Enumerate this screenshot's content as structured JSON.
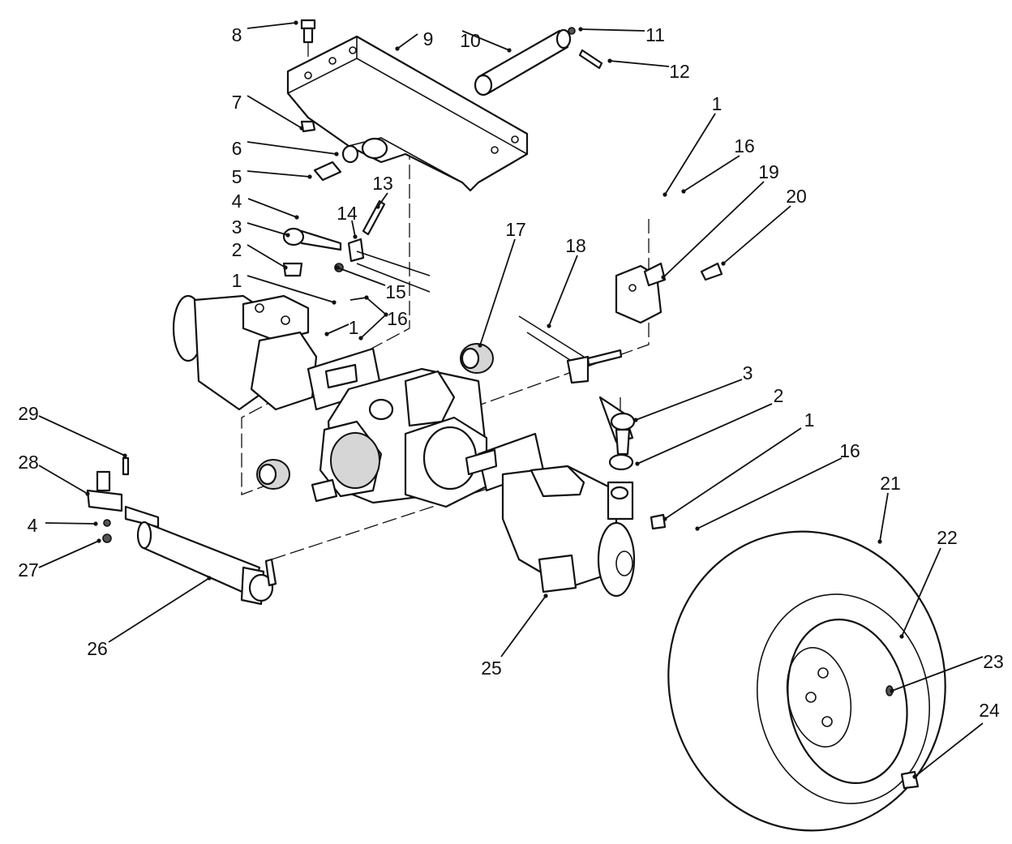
{
  "diagram": {
    "callouts": [
      {
        "label": "8"
      },
      {
        "label": "9"
      },
      {
        "label": "10"
      },
      {
        "label": "11"
      },
      {
        "label": "12"
      },
      {
        "label": "7"
      },
      {
        "label": "6"
      },
      {
        "label": "5"
      },
      {
        "label": "13"
      },
      {
        "label": "4"
      },
      {
        "label": "14"
      },
      {
        "label": "3"
      },
      {
        "label": "2"
      },
      {
        "label": "15"
      },
      {
        "label": "1"
      },
      {
        "label": "16"
      },
      {
        "label": "1"
      },
      {
        "label": "17"
      },
      {
        "label": "18"
      },
      {
        "label": "1"
      },
      {
        "label": "16"
      },
      {
        "label": "19"
      },
      {
        "label": "20"
      },
      {
        "label": "3"
      },
      {
        "label": "2"
      },
      {
        "label": "1"
      },
      {
        "label": "16"
      },
      {
        "label": "29"
      },
      {
        "label": "28"
      },
      {
        "label": "4"
      },
      {
        "label": "27"
      },
      {
        "label": "26"
      },
      {
        "label": "25"
      },
      {
        "label": "21"
      },
      {
        "label": "22"
      },
      {
        "label": "23"
      },
      {
        "label": "24"
      }
    ]
  }
}
